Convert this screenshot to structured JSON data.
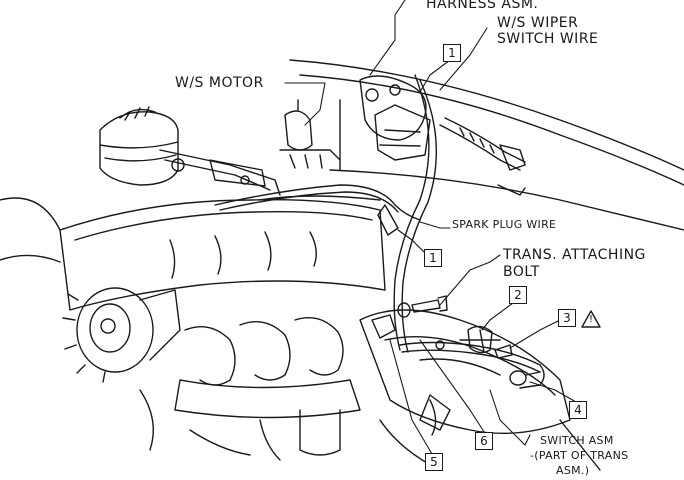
{
  "labels": {
    "harness": "HARNESS ASM.",
    "ws_wiper_line1": "W/S WIPER",
    "ws_wiper_line2": "SWITCH WIRE",
    "ws_motor": "W/S MOTOR",
    "spark_plug_wire": "SPARK PLUG WIRE",
    "trans_bolt_line1": "TRANS. ATTACHING",
    "trans_bolt_line2": "BOLT",
    "switch_line1": "SWITCH ASM",
    "switch_line2": "-(PART OF TRANS",
    "switch_line3": "ASM.)"
  },
  "callouts": {
    "top": "1",
    "mid": "1",
    "c2": "2",
    "c3": "3",
    "c4": "4",
    "c5": "5",
    "c6": "6"
  },
  "warning_symbol": "!",
  "colors": {
    "ink": "#1a1a1a",
    "paper": "#ffffff"
  }
}
